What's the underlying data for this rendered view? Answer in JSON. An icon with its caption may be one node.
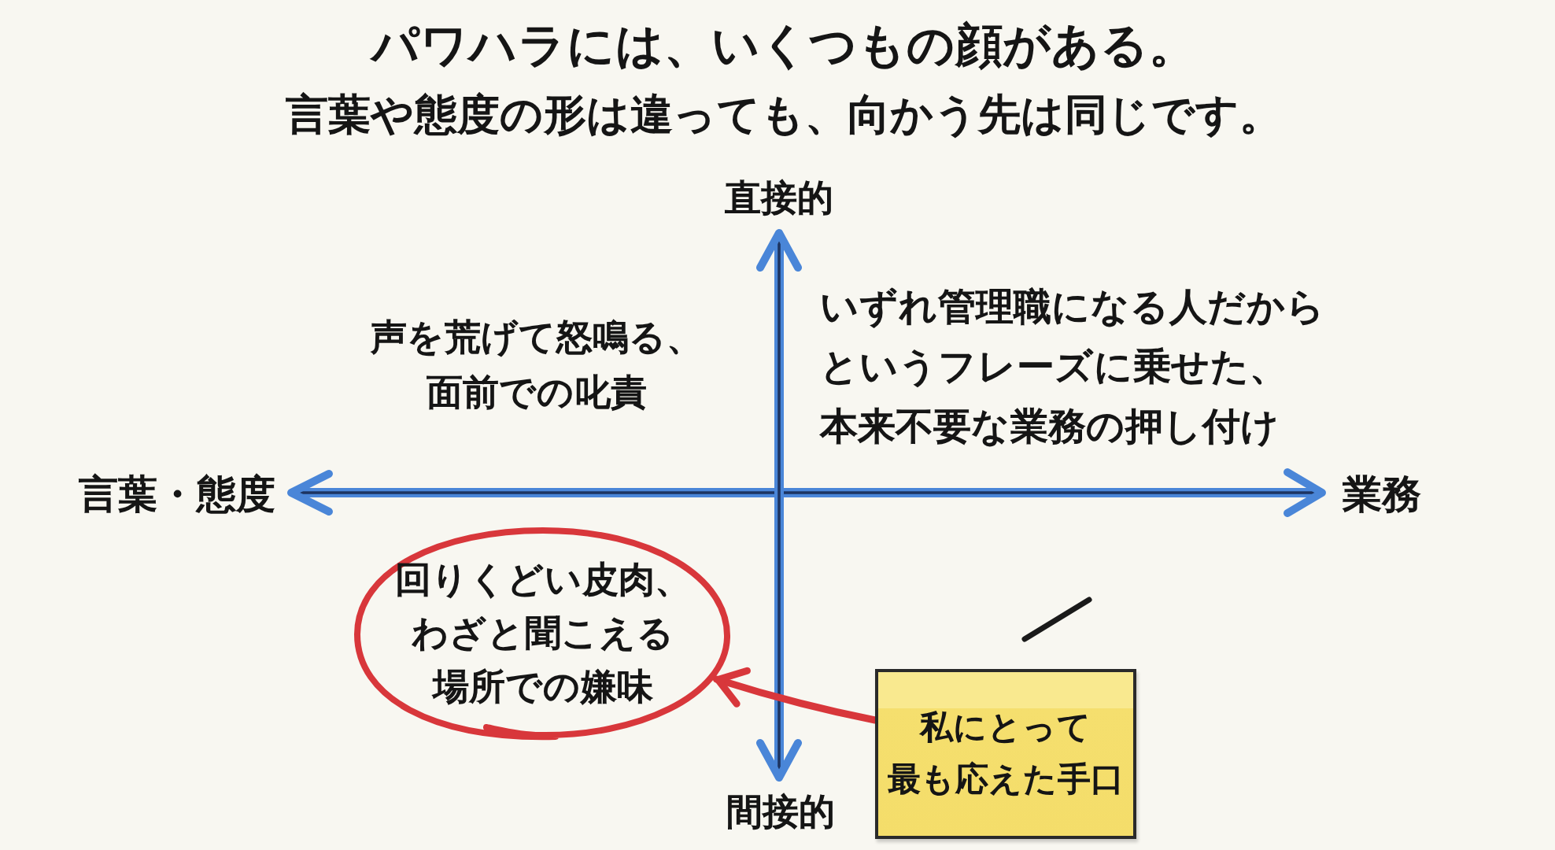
{
  "diagram": {
    "title": "パワハラには、いくつもの顔がある。",
    "nodes": [
      {
        "text": [
          "回りくどい皮肉、わざと聞こえる場所での嫌味"
        ]
      },
      {
        "text": [
          "私にとって最も応えた手口"
        ]
      }
    ],
    "edges": [
      {
        "from": 1,
        "to": 0,
        "arrow": "to"
      }
    ],
    "labels": [
      "言葉や態度の形は違っても、向かう先は同じです。",
      "直接的",
      "声を荒げて怒鳴る、面前での叱責",
      "いずれ管理職になる人だからというフレーズに乗せた、本来不要な業務の押し付け",
      "言葉・態度",
      "業務",
      "間接的"
    ]
  }
}
